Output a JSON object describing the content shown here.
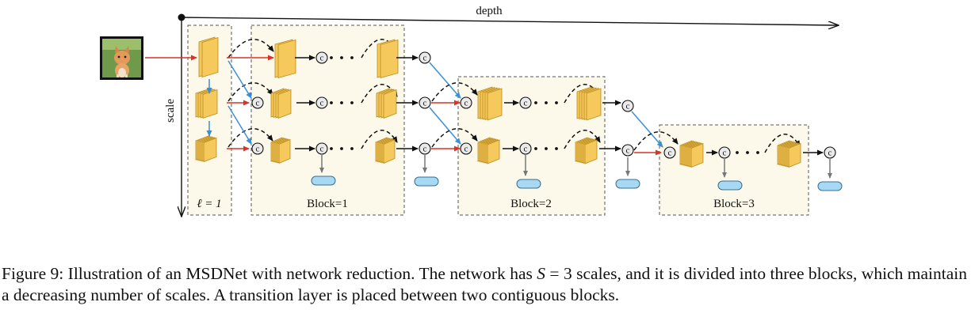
{
  "figure": {
    "axis_depth": "depth",
    "axis_scale": "scale",
    "layer_label": "ℓ = 1",
    "blocks": [
      {
        "label": "Block=1"
      },
      {
        "label": "Block=2"
      },
      {
        "label": "Block=3"
      }
    ],
    "concat_symbol": "c",
    "colors": {
      "block_fill": "#fdf9ea",
      "feature_map": "#f6c95c",
      "feature_map_edge": "#b98a1c",
      "classifier": "#a7d9f4",
      "red_arrow": "#d9342b",
      "blue_arrow": "#3b8fd6"
    }
  },
  "caption": {
    "lead": "Figure 9: Illustration of an MSDNet with network reduction. The network has ",
    "math": "S",
    "math_eq": " = 3",
    "rest": " scales, and it is divided into three blocks, which maintain a decreasing number of scales. A transition layer is placed between two contiguous blocks."
  }
}
